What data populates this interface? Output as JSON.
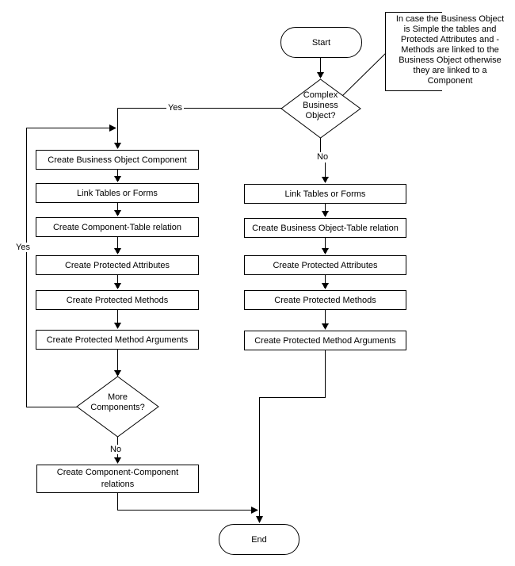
{
  "colors": {
    "background": "#ffffff",
    "line": "#000000",
    "text": "#000000"
  },
  "flowchart": {
    "start_label": "Start",
    "end_label": "End",
    "annotation_note": "In case the Business Object\nis Simple the tables and\nProtected Attributes and -\nMethods are linked to the\nBusiness Object otherwise\nthey are linked to a\nComponent",
    "decisions": {
      "complex_business_object": "Complex\nBusiness\nObject?",
      "more_components": "More\nComponents?"
    },
    "edge_labels": {
      "yes_top": "Yes",
      "no_right": "No",
      "yes_left": "Yes",
      "no_bottom": "No"
    },
    "left_branch_steps": [
      "Create Business Object Component",
      "Link Tables or Forms",
      "Create Component-Table relation",
      "Create Protected Attributes",
      "Create Protected Methods",
      "Create Protected Method Arguments"
    ],
    "left_branch_final_step": "Create Component-Component\nrelations",
    "right_branch_steps": [
      "Link Tables or Forms",
      "Create Business Object-Table relation",
      "Create Protected Attributes",
      "Create Protected Methods",
      "Create Protected Method Arguments"
    ]
  }
}
